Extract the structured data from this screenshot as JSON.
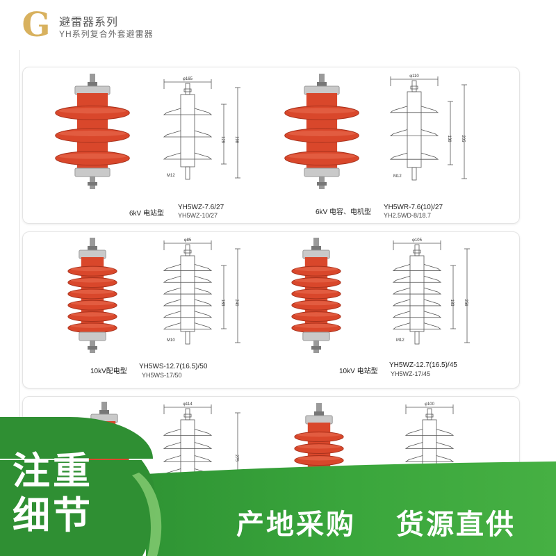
{
  "header": {
    "logo_letter": "G",
    "title": "避雷器系列",
    "subtitle": "YH系列复合外套避雷器"
  },
  "products": [
    {
      "rating": "6kV  电站型",
      "models": [
        "YH5WZ-7.6/27",
        "YH5WZ-10/27"
      ],
      "diameter_label": "φ165",
      "height_label_inner": "129",
      "height_label_outer": "198",
      "bolt_label": "M12",
      "sheds": 3
    },
    {
      "rating": "6kV  电容、电机型",
      "models": [
        "YH5WR-7.6(10)/27",
        "YH2.5WD-8/18.7"
      ],
      "diameter_label": "φ110",
      "height_label_inner": "136",
      "height_label_outer": "205",
      "bolt_label": "M12",
      "sheds": 3
    },
    {
      "rating": "10kV配电型",
      "models": [
        "YH5WS-12.7(16.5)/50",
        "YH5WS-17/50"
      ],
      "diameter_label": "φ85",
      "height_label_inner": "183",
      "height_label_outer": "240",
      "bolt_label": "M10",
      "sheds": 6
    },
    {
      "rating": "10kV  电站型",
      "models": [
        "YH5WZ-12.7(16.5)/45",
        "YH5WZ-17/45"
      ],
      "diameter_label": "φ105",
      "height_label_inner": "183",
      "height_label_outer": "256",
      "bolt_label": "M12",
      "sheds": 6
    },
    {
      "rating": "",
      "models": [],
      "diameter_label": "φ114",
      "height_label_inner": "",
      "height_label_outer": "275",
      "bolt_label": "",
      "sheds": 4
    },
    {
      "rating": "",
      "models": [],
      "diameter_label": "φ100",
      "height_label_inner": "",
      "height_label_outer": "",
      "bolt_label": "",
      "sheds": 4
    }
  ],
  "banner": {
    "left_line1": "注重",
    "left_line2": "细节",
    "slogan_1": "产地采购",
    "slogan_2": "货源直供"
  },
  "colors": {
    "arrester_red": "#d9472b",
    "banner_green": "#37a13a",
    "banner_dark_green": "#2a7f2e",
    "logo_gold": "#d8b15e"
  }
}
